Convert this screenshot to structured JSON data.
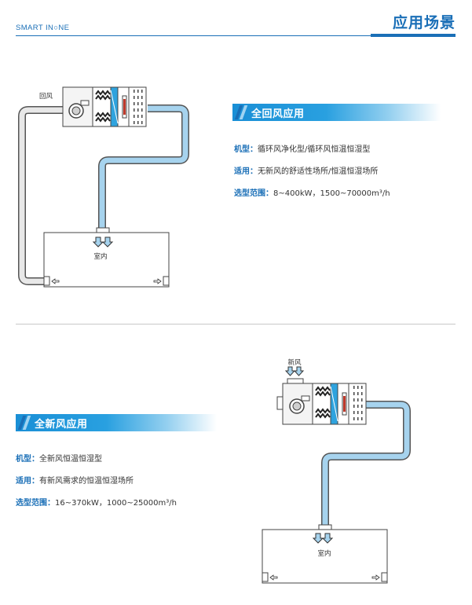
{
  "header": {
    "brand": "SMART IN○NE",
    "title": "应用场景"
  },
  "section1": {
    "banner_title": "全回风应用",
    "diagram": {
      "return_air_label": "回风",
      "room_label": "室内"
    },
    "rows": [
      {
        "key": "机型：",
        "value": "循环风净化型/循环风恒温恒湿型"
      },
      {
        "key": "适用：",
        "value": "无新风的舒适性场所/恒温恒湿场所"
      },
      {
        "key": "选型范围：",
        "value": "8~400kW，1500~70000m³/h"
      }
    ]
  },
  "section2": {
    "banner_title": "全新风应用",
    "diagram": {
      "fresh_air_label": "新风",
      "room_label": "室内"
    },
    "rows": [
      {
        "key": "机型：",
        "value": "全新风恒温恒湿型"
      },
      {
        "key": "适用：",
        "value": "有新风需求的恒温恒湿场所"
      },
      {
        "key": "选型范围：",
        "value": "16~370kW，1000~25000m³/h"
      }
    ]
  },
  "colors": {
    "brand_blue": "#1a6fb7",
    "banner_blue": "#1a8fd6",
    "duct_fill": "#a6d3ee",
    "coil_blue": "#2fa3de"
  }
}
